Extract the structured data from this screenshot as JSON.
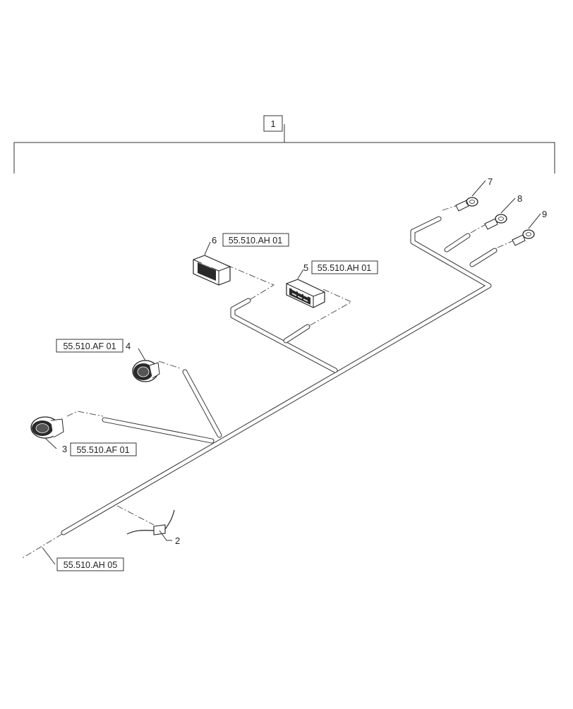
{
  "diagram": {
    "assembly_callout": "1",
    "callouts": {
      "part2": "2",
      "part3": "3",
      "part4": "4",
      "part5": "5",
      "part6": "6",
      "part7": "7",
      "part8": "8",
      "part9": "9"
    },
    "references": {
      "ref_part6": "55.510.AH 01",
      "ref_part5": "55.510.AH 01",
      "ref_part4": "55.510.AF 01",
      "ref_part3": "55.510.AF 01",
      "ref_harness_end": "55.510.AH 05"
    },
    "colors": {
      "line": "#333333",
      "connector_dark": "#2a2a2a",
      "background": "#ffffff"
    }
  }
}
